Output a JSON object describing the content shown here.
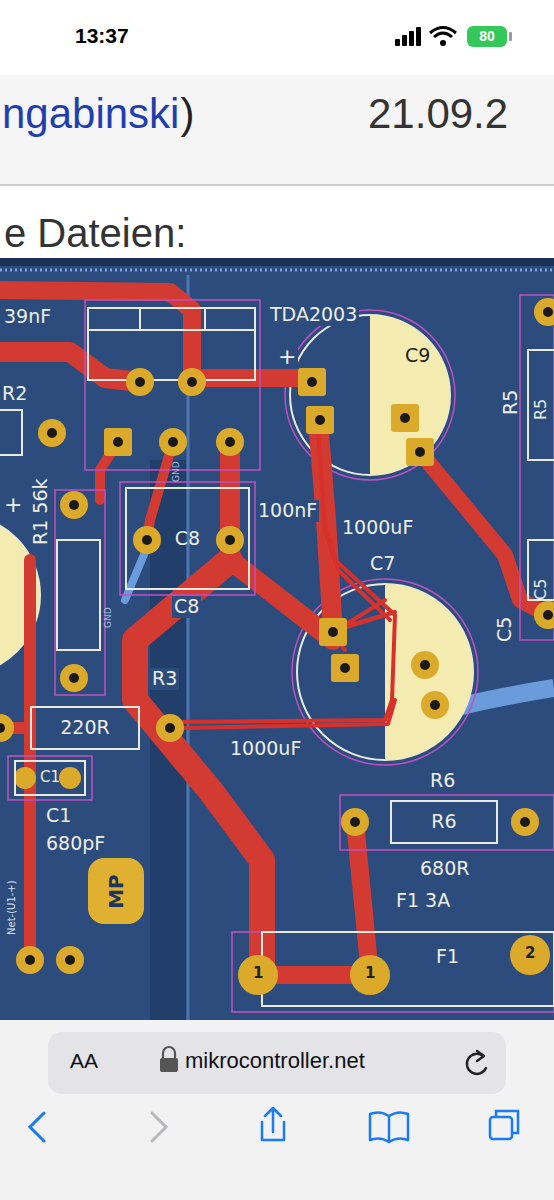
{
  "diagram": {
    "nodes": [
      {
        "text": [
          "80"
        ]
      },
      {
        "text": [
          "C8"
        ]
      },
      {
        "text": [
          "220R"
        ]
      },
      {
        "text": [
          "C1"
        ]
      },
      {
        "text": [
          "R6"
        ]
      },
      {
        "text": [
          "MP"
        ]
      },
      {
        "text": [
          "AA",
          "mikrocontroller.net"
        ]
      }
    ],
    "labels": [
      "13:37",
      "ngabinski",
      ")",
      "21.09.2",
      "e Dateien:",
      "39nF",
      "TDA2003",
      "C9",
      "R2",
      "R5",
      "R5",
      "+",
      "R1 56k",
      "+",
      "GND",
      "100nF",
      "1000uF",
      "C7",
      "C5",
      "C5",
      "C8",
      "GND",
      "R3",
      "1000uF",
      "C1",
      "680pF",
      "Net-(U1-+)",
      "R6",
      "680R",
      "F1 3A",
      "F1",
      "1",
      "1",
      "2"
    ]
  }
}
